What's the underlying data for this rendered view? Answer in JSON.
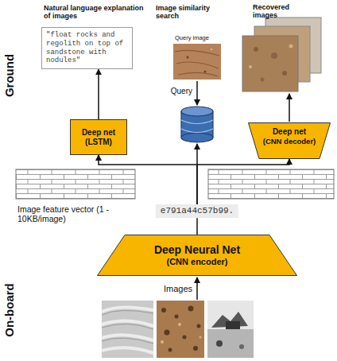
{
  "diagram": {
    "nodes": [
      {
        "text": [
          "\"float rocks and regolith on top of sandstone with nodules\""
        ]
      },
      {
        "text": [
          "Deep net",
          "(LSTM)"
        ]
      },
      {
        "text": [
          "Deep net",
          "(CNN decoder)"
        ]
      },
      {
        "text": [
          "e791a44c57b99."
        ]
      },
      {
        "text": [
          "Deep Neural Net",
          "(CNN encoder)"
        ]
      }
    ],
    "edges": [
      {
        "from": 1,
        "to": 0,
        "arrow": "to"
      },
      {
        "from": 3,
        "to": 1,
        "arrow": "to"
      },
      {
        "from": 3,
        "to": 2,
        "arrow": "to"
      },
      {
        "from": 4,
        "to": 3,
        "arrow": "none"
      }
    ],
    "labels": [
      "Ground",
      "Natural language explanation of images",
      "Image similarity search",
      "Recovered images",
      "Query image",
      "Query",
      "Image feature vector (1 - 10KB/image)",
      "On-board",
      "Images"
    ]
  }
}
